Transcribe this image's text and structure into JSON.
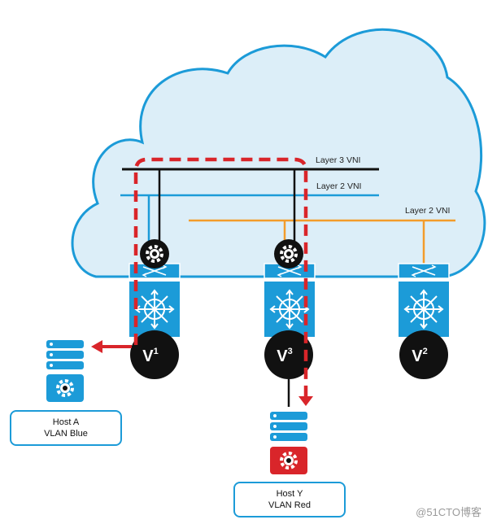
{
  "overlay": {
    "l3_vni": "Layer 3 VNI",
    "l2_vni_blue": "Layer 2 VNI",
    "l2_vni_orange": "Layer 2 VNI"
  },
  "vteps": {
    "v1": {
      "base": "V",
      "sup": "1"
    },
    "v3": {
      "base": "V",
      "sup": "3"
    },
    "v2": {
      "base": "V",
      "sup": "2"
    }
  },
  "hosts": {
    "host_a": {
      "name": "Host A",
      "vlan": "VLAN Blue"
    },
    "host_y": {
      "name": "Host Y",
      "vlan": "VLAN Red"
    }
  },
  "watermark": "@51CTO博客",
  "colors": {
    "cloud_fill": "#dceef8",
    "cloud_stroke": "#1c9bd8",
    "switch_blue": "#1c9bd8",
    "vni_black": "#111111",
    "vni_blue": "#1c9bd8",
    "vni_orange": "#f39c2b",
    "path_red": "#d9252a",
    "host_red": "#d9252a"
  }
}
